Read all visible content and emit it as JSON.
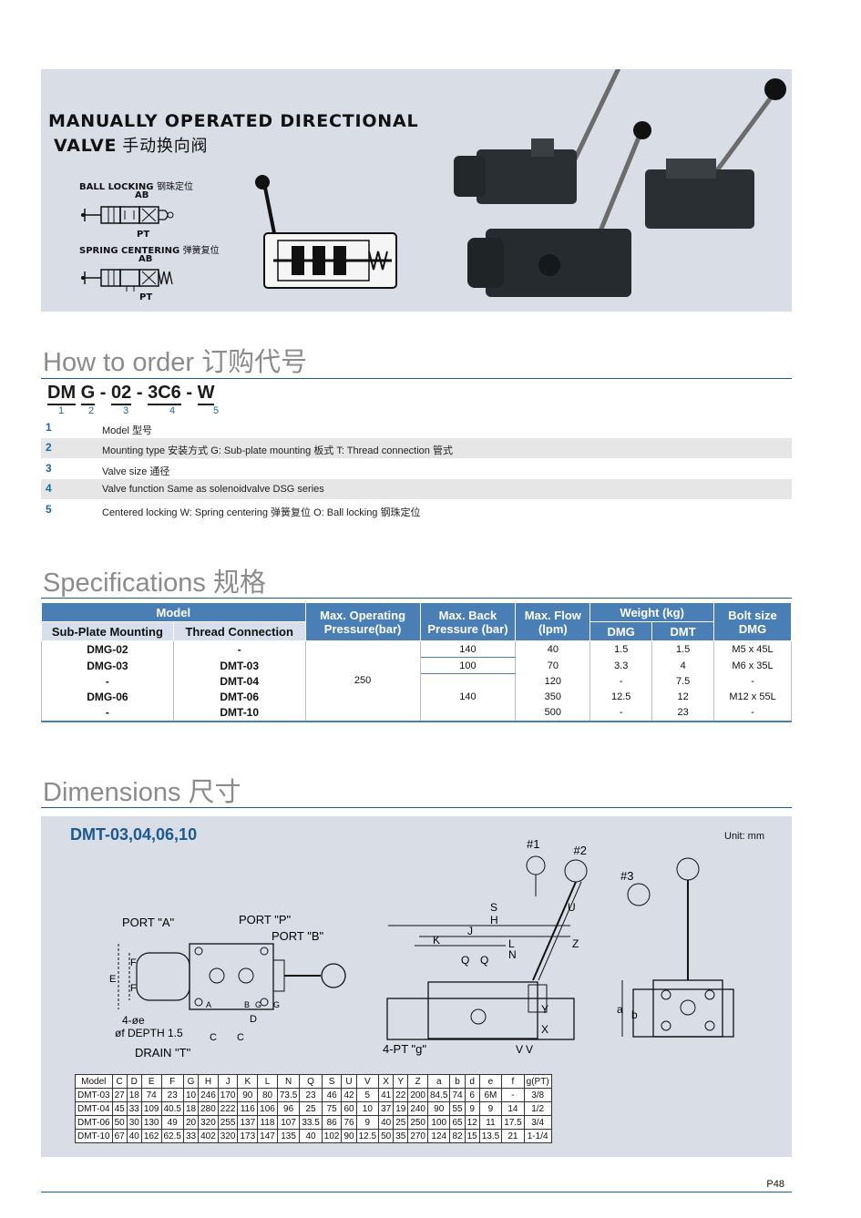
{
  "hero": {
    "title_line1": "MANUALLY OPERATED DIRECTIONAL",
    "title_line2": "VALVE",
    "title_cn": "手动换向阀",
    "ball_locking_label": "BALL LOCKING",
    "ball_locking_cn": "钢珠定位",
    "spring_centering_label": "SPRING CENTERING",
    "spring_centering_cn": "弹簧复位",
    "port_ab": "AB",
    "port_pt": "PT"
  },
  "order": {
    "heading": "How to order 订购代号",
    "code_parts": [
      "DM",
      "G",
      "02",
      "3C6",
      "W"
    ],
    "separator": "-",
    "code_numbers": [
      "1",
      "2",
      "3",
      "4",
      "5"
    ],
    "rows": [
      {
        "num": "1",
        "text": "Model 型号"
      },
      {
        "num": "2",
        "text": "Mounting type 安装方式   G: Sub-plate mounting 板式   T: Thread connection 管式"
      },
      {
        "num": "3",
        "text": "Valve size 通径"
      },
      {
        "num": "4",
        "text": "Valve function    Same as solenoidvalve DSG series"
      },
      {
        "num": "5",
        "text": "Centered locking    W: Spring centering 弹簧复位    O: Ball locking 钢珠定位"
      }
    ]
  },
  "specs": {
    "heading": "Specifications 规格",
    "h_model": "Model",
    "h_subplate": "Sub-Plate Mounting",
    "h_thread": "Thread Connection",
    "h_maxop": "Max. Operating Pressure(bar)",
    "h_maxback": "Max. Back Pressure (bar)",
    "h_maxflow": "Max. Flow (lpm)",
    "h_weight": "Weight (kg)",
    "h_dmg": "DMG",
    "h_dmt": "DMT",
    "h_bolt": "Bolt size DMG",
    "max_operating": "250",
    "rows": [
      {
        "sub": "DMG-02",
        "thread": "-",
        "back": "140",
        "flow": "40",
        "w_dmg": "1.5",
        "w_dmt": "1.5",
        "bolt": "M5 x 45L"
      },
      {
        "sub": "DMG-03",
        "thread": "DMT-03",
        "back": "100",
        "flow": "70",
        "w_dmg": "3.3",
        "w_dmt": "4",
        "bolt": "M6 x 35L"
      },
      {
        "sub": "-",
        "thread": "DMT-04",
        "back": "",
        "flow": "120",
        "w_dmg": "-",
        "w_dmt": "7.5",
        "bolt": "-"
      },
      {
        "sub": "DMG-06",
        "thread": "DMT-06",
        "back": "140",
        "flow": "350",
        "w_dmg": "12.5",
        "w_dmt": "12",
        "bolt": "M12 x 55L"
      },
      {
        "sub": "-",
        "thread": "DMT-10",
        "back": "",
        "flow": "500",
        "w_dmg": "-",
        "w_dmt": "23",
        "bolt": "-"
      }
    ]
  },
  "dims": {
    "heading": "Dimensions 尺寸",
    "subtitle": "DMT-03,04,06,10",
    "unit": "Unit: mm",
    "labels": {
      "port_a": "PORT \"A\"",
      "port_p": "PORT \"P\"",
      "port_b": "PORT \"B\"",
      "depth": "øf  DEPTH 1.5",
      "four_e": "4-øe",
      "drain": "DRAIN \"T\"",
      "pt_g": "4-PT \"g\"",
      "pos1": "#1",
      "pos2": "#2",
      "pos3": "#3"
    },
    "columns": [
      "Model",
      "C",
      "D",
      "E",
      "F",
      "G",
      "H",
      "J",
      "K",
      "L",
      "N",
      "Q",
      "S",
      "U",
      "V",
      "X",
      "Y",
      "Z",
      "a",
      "b",
      "d",
      "e",
      "f",
      "g(PT)"
    ],
    "rows": [
      [
        "DMT-03",
        "27",
        "18",
        "74",
        "23",
        "10",
        "246",
        "170",
        "90",
        "80",
        "73.5",
        "23",
        "46",
        "42",
        "5",
        "41",
        "22",
        "200",
        "84.5",
        "74",
        "6",
        "6M",
        "-",
        "3/8"
      ],
      [
        "DMT-04",
        "45",
        "33",
        "109",
        "40.5",
        "18",
        "280",
        "222",
        "116",
        "106",
        "96",
        "25",
        "75",
        "60",
        "10",
        "37",
        "19",
        "240",
        "90",
        "55",
        "9",
        "9",
        "14",
        "1/2"
      ],
      [
        "DMT-06",
        "50",
        "30",
        "130",
        "49",
        "20",
        "320",
        "255",
        "137",
        "118",
        "107",
        "33.5",
        "86",
        "76",
        "9",
        "40",
        "25",
        "250",
        "100",
        "65",
        "12",
        "11",
        "17.5",
        "3/4"
      ],
      [
        "DMT-10",
        "67",
        "40",
        "162",
        "62.5",
        "33",
        "402",
        "320",
        "173",
        "147",
        "135",
        "40",
        "102",
        "90",
        "12.5",
        "50",
        "35",
        "270",
        "124",
        "82",
        "15",
        "13.5",
        "21",
        "1-1/4"
      ]
    ]
  },
  "page_number": "P48"
}
